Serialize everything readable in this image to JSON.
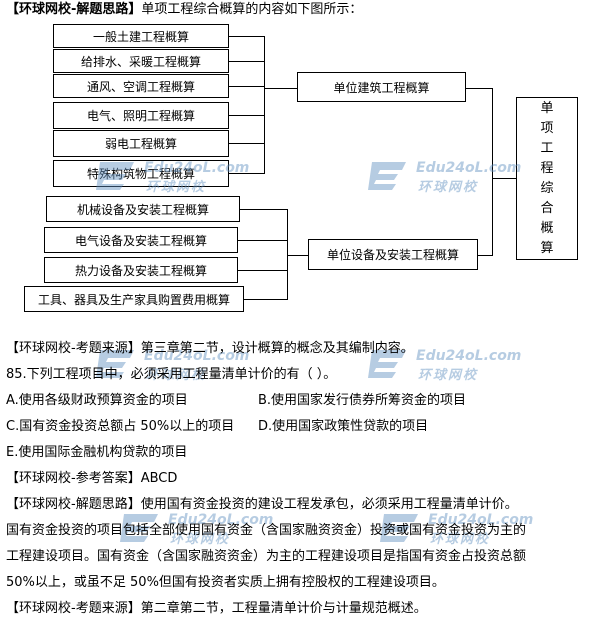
{
  "intro": {
    "tag": "【环球网校-解题思路】",
    "text": "单项工程综合概算的内容如下图所示："
  },
  "diagram": {
    "building_items": [
      "一般土建工程概算",
      "给排水、采暖工程概算",
      "通风、空调工程概算",
      "电气、照明工程概算",
      "弱电工程概算",
      "特殊构筑物工程概算"
    ],
    "equipment_items": [
      "机械设备及安装工程概算",
      "电气设备及安装工程概算",
      "热力设备及安装工程概算",
      "工具、器具及生产家具购置费用概算"
    ],
    "unit_building": "单位建筑工程概算",
    "unit_equipment": "单位设备及安装工程概算",
    "result": [
      "单",
      "项",
      "工",
      "程",
      "综",
      "合",
      "概",
      "算"
    ]
  },
  "watermark": {
    "url": "Edu24oL.com",
    "name": "环球网校"
  },
  "source1": "【环球网校-考题来源】第三章第二节，设计概算的概念及其编制内容。",
  "question": "85.下列工程项目中，必须采用工程量清单计价的有（    ）。",
  "options": {
    "A": "A.使用各级财政预算资金的项目",
    "B": "B.使用国家发行债券所筹资金的项目",
    "C": "C.国有资金投资总额占 50%以上的项目",
    "D": "D.使用国家政策性贷款的项目",
    "E": "E.使用国际金融机构贷款的项目"
  },
  "answer": "【环球网校-参考答案】ABCD",
  "explanation": [
    "【环球网校-解题思路】使用国有资金投资的建设工程发承包，必须采用工程量清单计价。",
    "国有资金投资的项目包括全部使用国有资金（含国家融资资金）投资或国有资金投资为主的",
    "工程建设项目。国有资金（含国家融资资金）为主的工程建设项目是指国有资金占投资总额",
    "50%以上，或虽不足 50%但国有投资者实质上拥有控股权的工程建设项目。"
  ],
  "source2": "【环球网校-考题来源】第二章第二节，工程量清单计价与计量规范概述。",
  "colors": {
    "watermark": "#5f8fbf",
    "line": "#000000"
  }
}
